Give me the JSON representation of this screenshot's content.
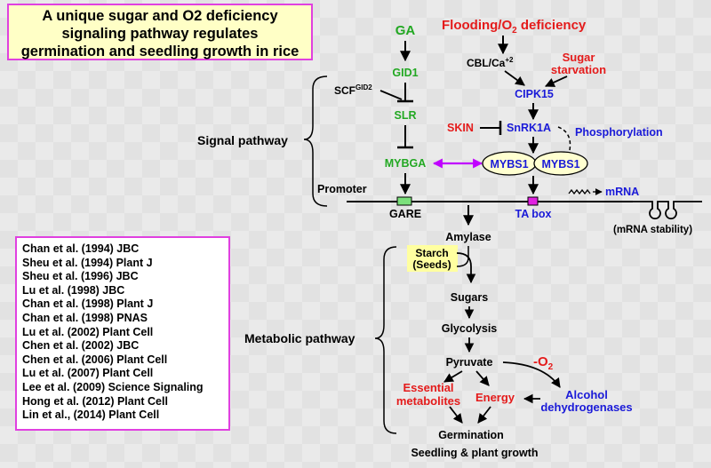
{
  "title": {
    "lines": [
      "A unique sugar and O2 deficiency",
      "signaling pathway regulates",
      "germination and seedling growth in rice"
    ]
  },
  "references": [
    "Chan et al. (1994) JBC",
    "Sheu et al. (1994) Plant J",
    "Sheu et al. (1996) JBC",
    "Lu et al. (1998) JBC",
    "Chan et al. (1998) Plant J",
    "Chan et al. (1998) PNAS",
    "Lu et al. (2002) Plant Cell",
    "Chen et al. (2002) JBC",
    "Chen et al. (2006) Plant Cell",
    "Lu et al. (2007) Plant Cell",
    "Lee et al. (2009) Science Signaling",
    "Hong et al. (2012) Plant Cell",
    "Lin et al., (2014) Plant Cell"
  ],
  "signal": {
    "section_label": "Signal pathway",
    "ga": "GA",
    "gid1": "GID1",
    "scf": "SCF",
    "scf_sup": "GID2",
    "slr": "SLR",
    "mybga": "MYBGA",
    "promoter": "Promoter",
    "gare": "GARE",
    "flooding": "Flooding/O",
    "flooding_sub": "2",
    "flooding_rest": " deficiency",
    "cbl": "CBL/Ca",
    "cbl_sup": "+2",
    "sugar_starvation_1": "Sugar",
    "sugar_starvation_2": "starvation",
    "cipk15": "CIPK15",
    "skin": "SKIN",
    "snrk1a": "SnRK1A",
    "phosphorylation": "Phosphorylation",
    "mybs1_a": "MYBS1",
    "mybs1_b": "MYBS1",
    "ta_box": "TA box",
    "mrna": "mRNA",
    "mrna_stability": "(mRNA stability)"
  },
  "metabolic": {
    "section_label": "Metabolic pathway",
    "amylase": "Amylase",
    "starch_1": "Starch",
    "starch_2": "(Seeds)",
    "sugars": "Sugars",
    "glycolysis": "Glycolysis",
    "pyruvate": "Pyruvate",
    "minus_o2": "-O",
    "minus_o2_sub": "2",
    "essential_1": "Essential",
    "essential_2": "metabolites",
    "energy": "Energy",
    "alcohol_1": "Alcohol",
    "alcohol_2": "dehydrogenases",
    "germination": "Germination",
    "seedling": "Seedling & plant growth"
  },
  "colors": {
    "green": "#22a822",
    "red": "#e41b1b",
    "blue": "#1a1ad8",
    "magenta": "#c000ff",
    "black": "#000000",
    "highlight": "#ffffa0",
    "ellipse_fill": "#ffffd0"
  }
}
